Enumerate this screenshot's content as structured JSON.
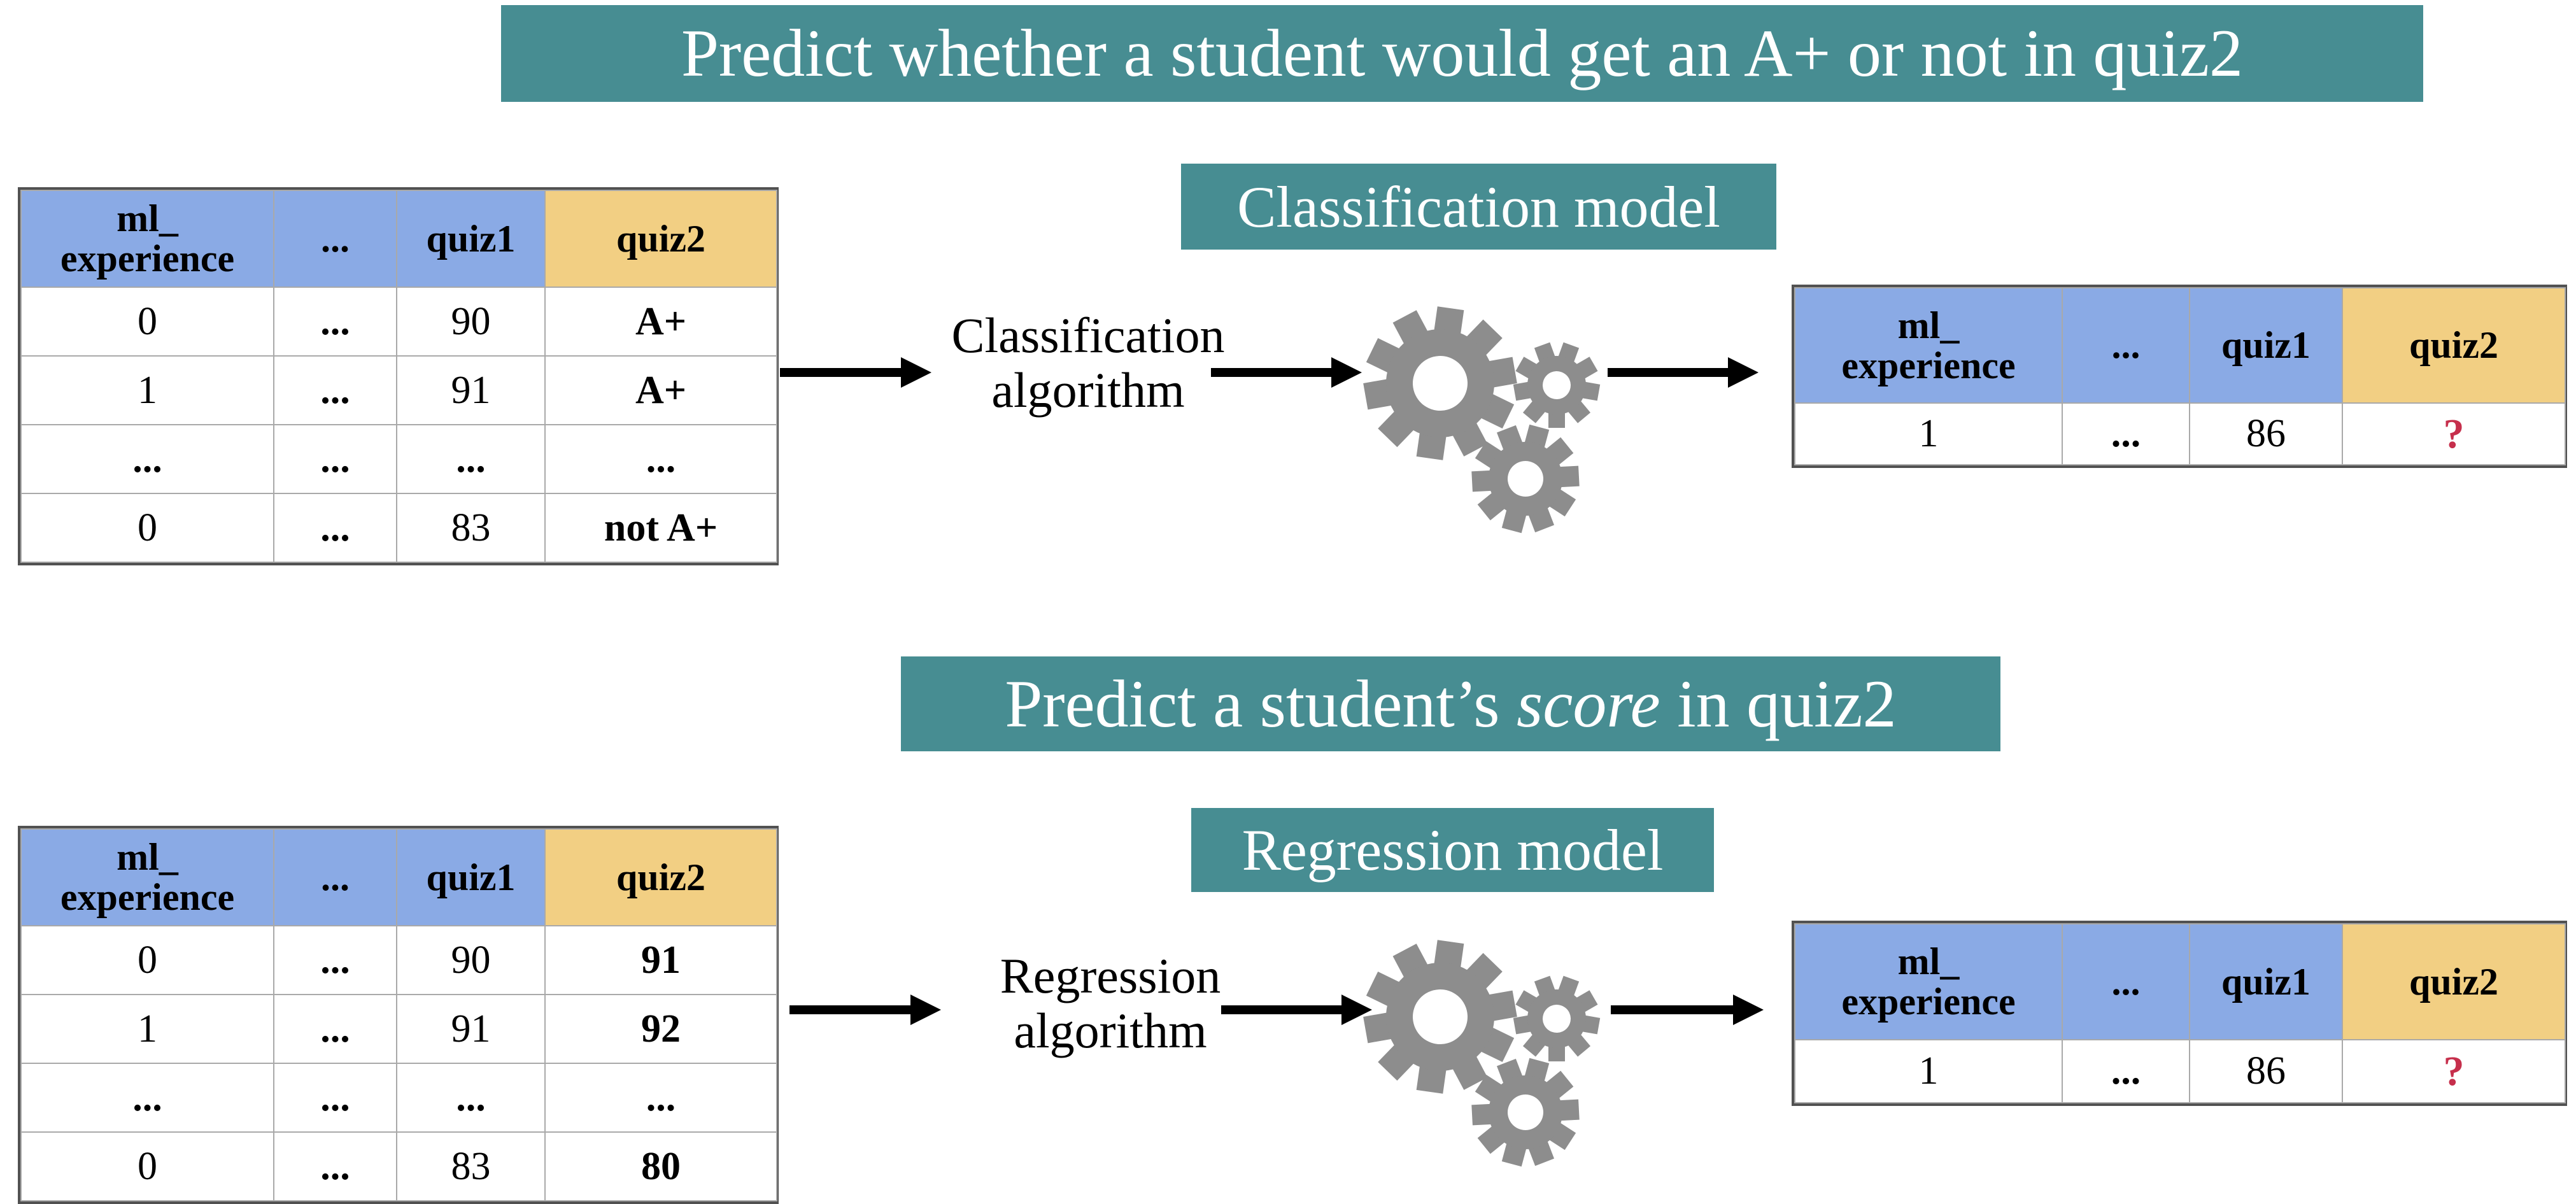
{
  "colors": {
    "banner_teal": "#478D92",
    "header_blue": "#8AAAE5",
    "header_yellow": "#F2CF83",
    "gear_gray": "#8D8D8D",
    "question_red": "#C62F4C",
    "arrow_black": "#000000"
  },
  "classification": {
    "task_banner": "Predict whether a student would get an A+ or not in quiz2",
    "model_banner": "Classification model",
    "algorithm": {
      "line1": "Classification",
      "line2": "algorithm"
    },
    "train_table": {
      "header": {
        "col1_line1": "ml_",
        "col1_line2": "experience",
        "col2": "...",
        "col3": "quiz1",
        "col4": "quiz2"
      },
      "rows": [
        [
          "0",
          "...",
          "90",
          "A+"
        ],
        [
          "1",
          "...",
          "91",
          "A+"
        ],
        [
          "...",
          "...",
          "...",
          "..."
        ],
        [
          "0",
          "...",
          "83",
          "not A+"
        ]
      ]
    },
    "predict_table": {
      "header": {
        "col1_line1": "ml_",
        "col1_line2": "experience",
        "col2": "...",
        "col3": "quiz1",
        "col4": "quiz2"
      },
      "row": [
        "1",
        "...",
        "86",
        "?"
      ]
    }
  },
  "regression": {
    "task_banner": {
      "pre": "Predict a student’s ",
      "italic": "score",
      "post": " in quiz2"
    },
    "model_banner": "Regression model",
    "algorithm": {
      "line1": "Regression",
      "line2": "algorithm"
    },
    "train_table": {
      "header": {
        "col1_line1": "ml_",
        "col1_line2": "experience",
        "col2": "...",
        "col3": "quiz1",
        "col4": "quiz2"
      },
      "rows": [
        [
          "0",
          "...",
          "90",
          "91"
        ],
        [
          "1",
          "...",
          "91",
          "92"
        ],
        [
          "...",
          "...",
          "...",
          "..."
        ],
        [
          "0",
          "...",
          "83",
          "80"
        ]
      ]
    },
    "predict_table": {
      "header": {
        "col1_line1": "ml_",
        "col1_line2": "experience",
        "col2": "...",
        "col3": "quiz1",
        "col4": "quiz2"
      },
      "row": [
        "1",
        "...",
        "86",
        "?"
      ]
    }
  }
}
